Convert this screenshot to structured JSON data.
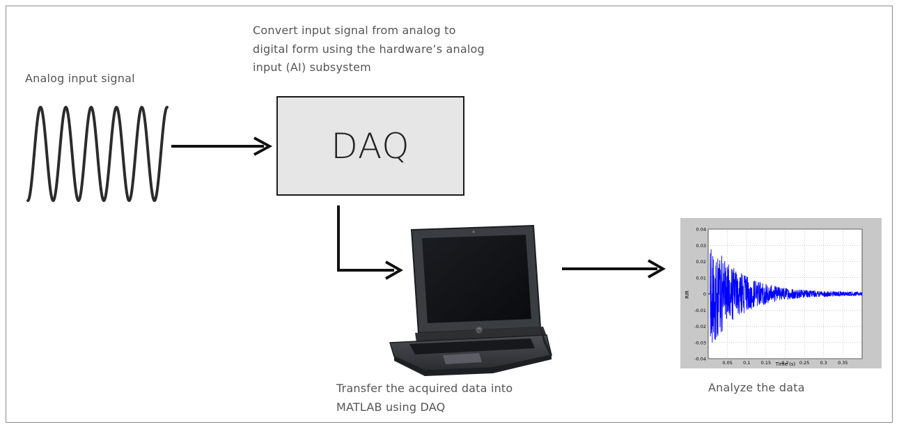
{
  "diagram": {
    "analog_label": "Analog input signal",
    "convert_label_lines": [
      "Convert input signal from analog to",
      "digital form using the hardware’s analog",
      "input (AI) subsystem"
    ],
    "daq_box_label": "DAQ",
    "transfer_label_lines": [
      "Transfer the acquired data into",
      "MATLAB using DAQ"
    ],
    "analyze_label": "Analyze the data",
    "laptop_brand_mark": "hp"
  },
  "chart_data": {
    "type": "line",
    "xlabel": "Time (s)",
    "ylabel": "RIR",
    "xticks": [
      "0.05",
      "0.1",
      "0.15",
      "0.2",
      "0.25",
      "0.3",
      "0.35"
    ],
    "yticks": [
      "0.04",
      "0.03",
      "0.02",
      "0.01",
      "0",
      "-0.01",
      "-0.02",
      "-0.03",
      "-0.04"
    ],
    "xlim": [
      0,
      0.4
    ],
    "ylim": [
      -0.04,
      0.04
    ],
    "grid": true,
    "series_color": "#0000ff",
    "envelope": {
      "peak_amplitude": 0.033,
      "peak_time": 0.005,
      "decay_time_constant": 0.08,
      "noise_floor": 0.001
    }
  }
}
